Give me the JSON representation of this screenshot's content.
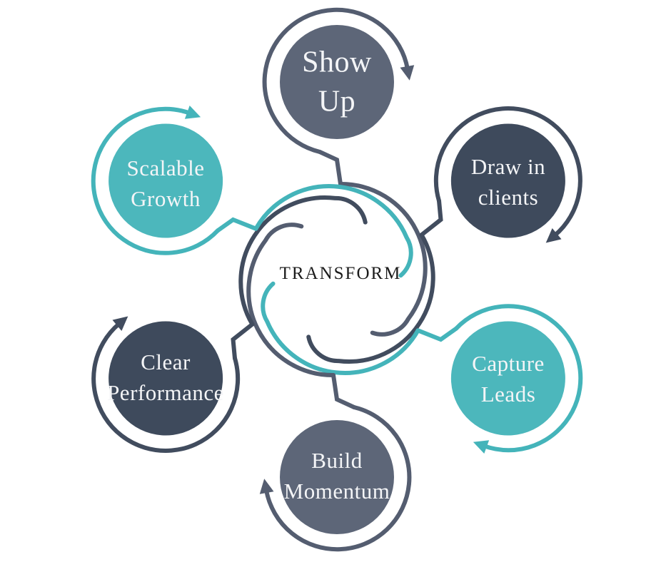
{
  "title": "TRANSFORM",
  "palette": {
    "background": "#ffffff",
    "slate_circle": "#5d6678",
    "dark_circle": "#3e4a5c",
    "teal_circle": "#4cb7bc",
    "slate_ring": "#545d70",
    "dark_ring": "#414c5e",
    "teal_ring": "#44b4ba",
    "label_text": "#f4f5f7",
    "center_text": "#1c1c1c"
  },
  "nodes": [
    {
      "id": "show-up",
      "position": "top",
      "color_role": "slate",
      "label": [
        "Show",
        "Up"
      ]
    },
    {
      "id": "draw-in-clients",
      "position": "upper-right",
      "color_role": "dark",
      "label": [
        "Draw in",
        "clients"
      ]
    },
    {
      "id": "capture-leads",
      "position": "lower-right",
      "color_role": "teal",
      "label": [
        "Capture",
        "Leads"
      ]
    },
    {
      "id": "build-momentum",
      "position": "bottom",
      "color_role": "slate",
      "label": [
        "Build",
        "Momentum"
      ]
    },
    {
      "id": "clear-performance",
      "position": "lower-left",
      "color_role": "dark",
      "label": [
        "Clear",
        "Performance"
      ]
    },
    {
      "id": "scalable-growth",
      "position": "upper-left",
      "color_role": "teal",
      "label": [
        "Scalable",
        "Growth"
      ]
    }
  ]
}
